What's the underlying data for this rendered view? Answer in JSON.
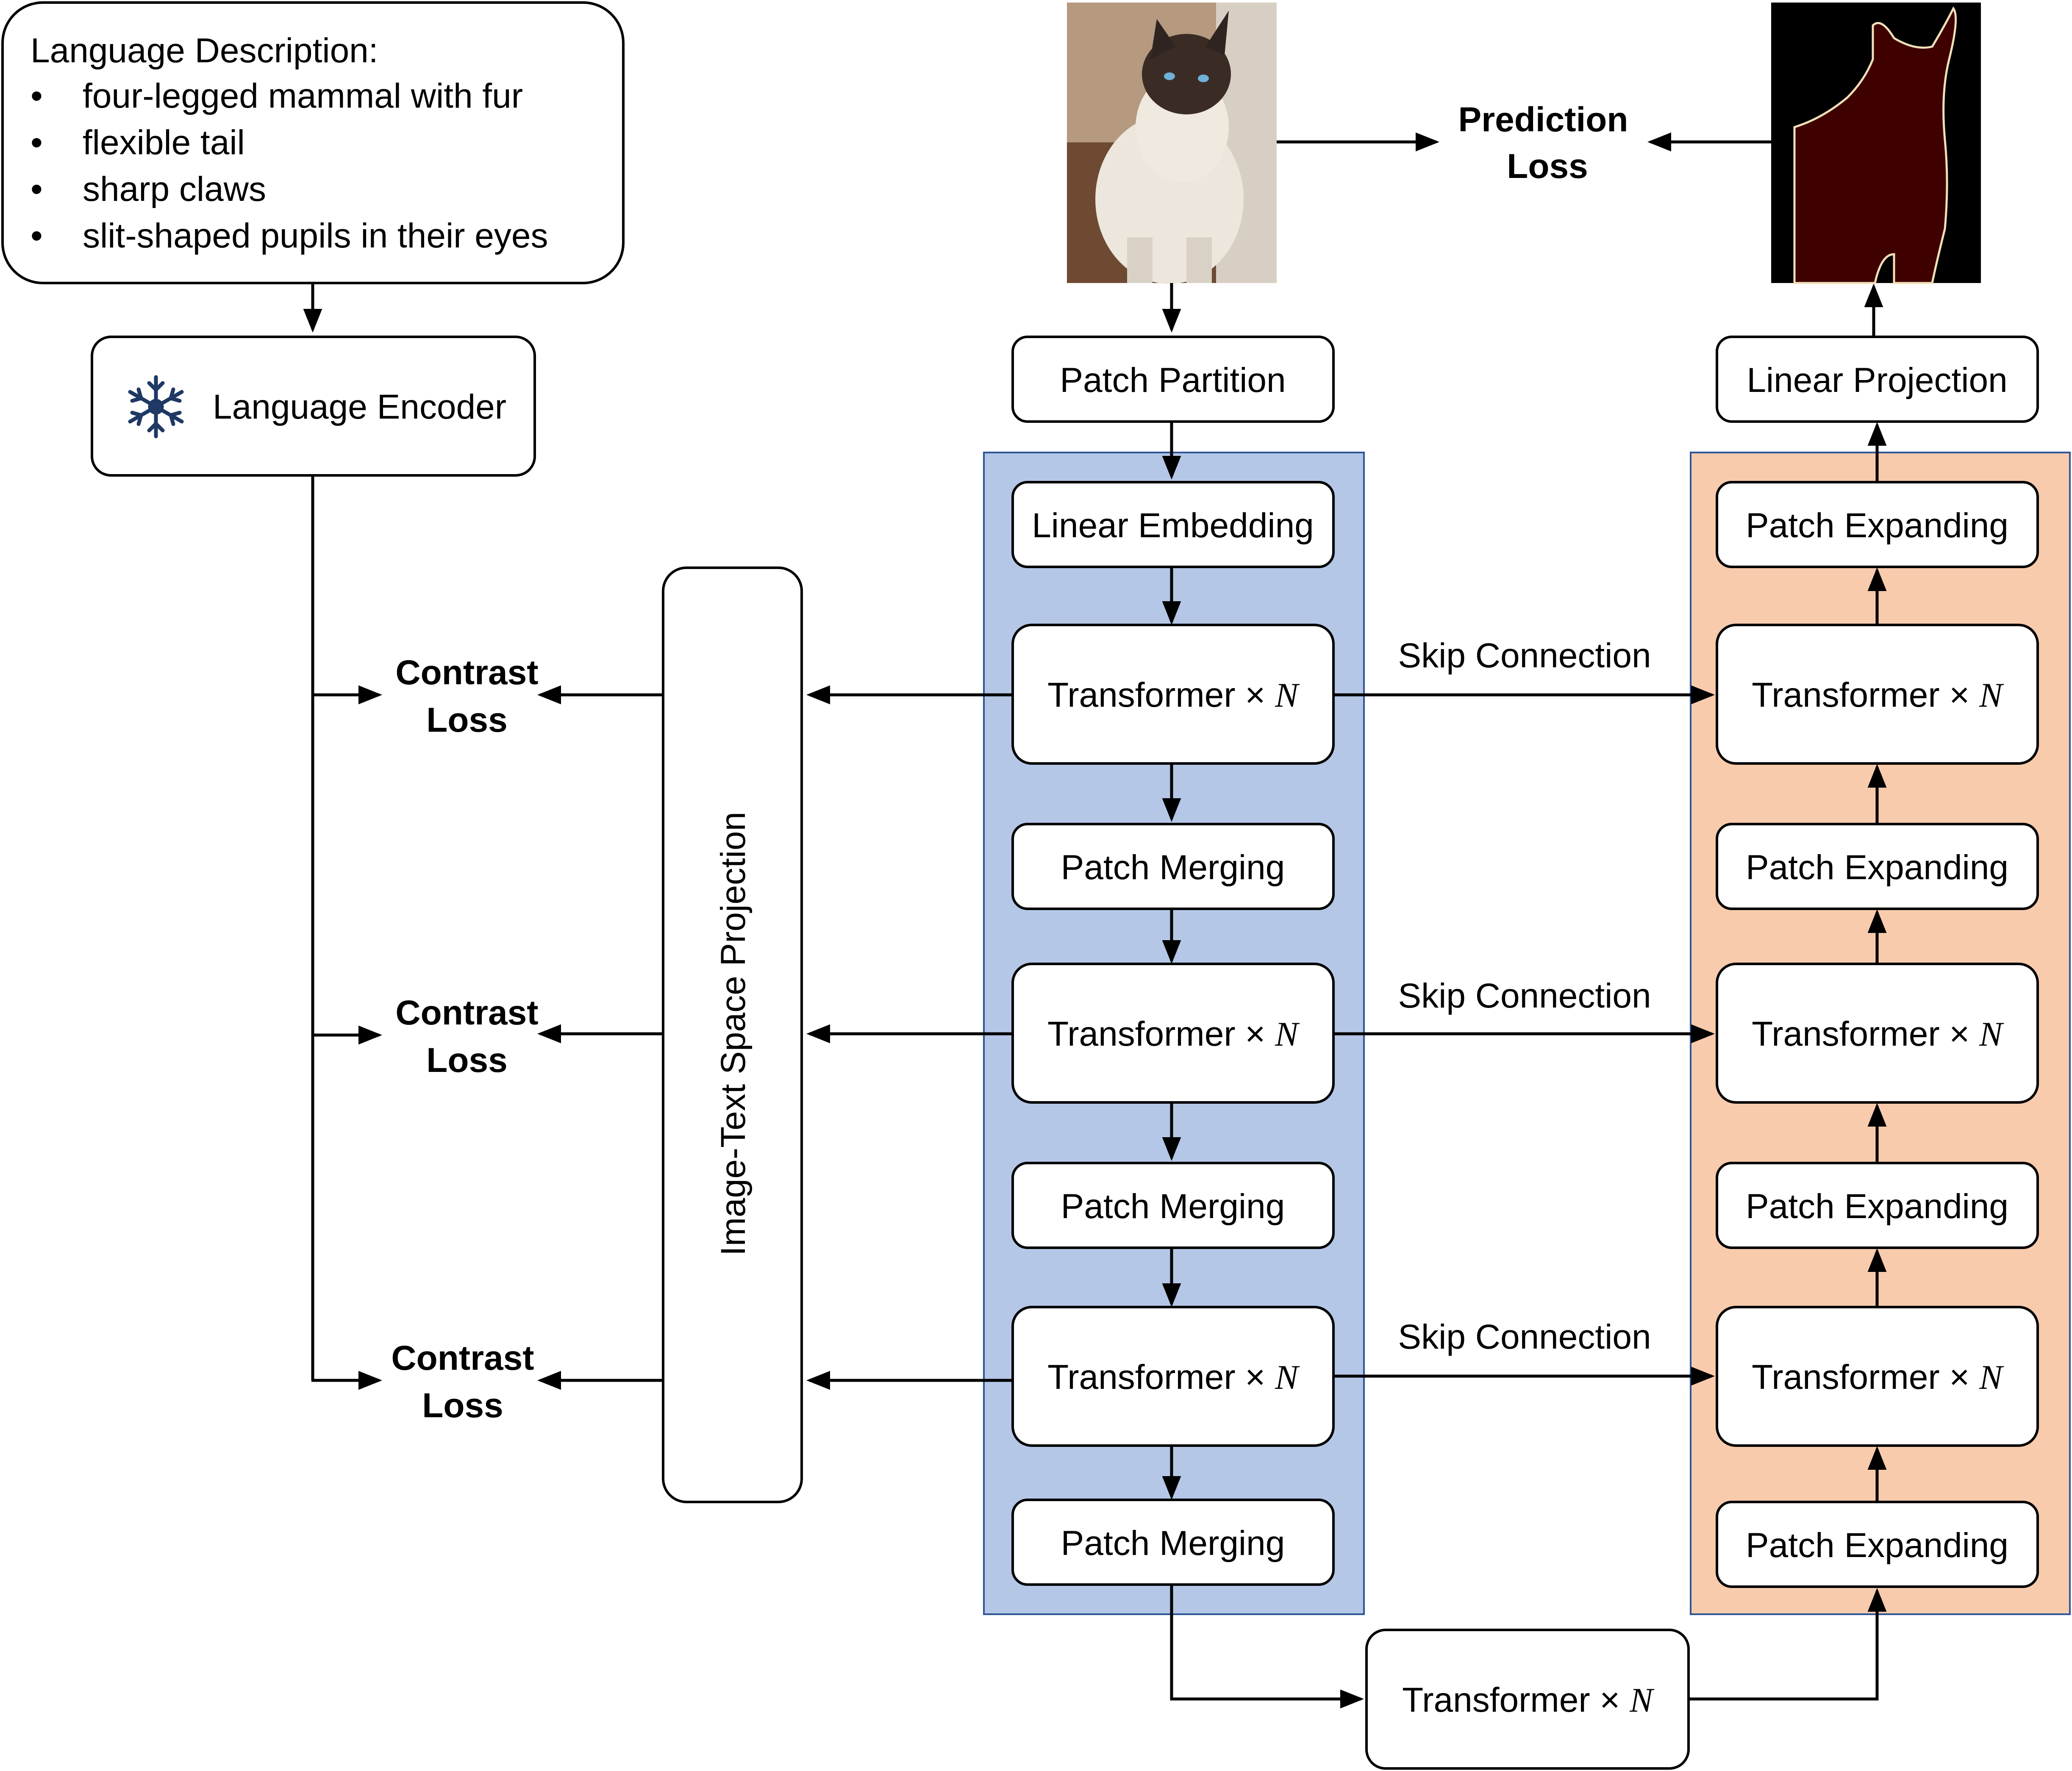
{
  "colors": {
    "encoder_panel": "#b4c7e7",
    "encoder_panel_border": "#2f5597",
    "decoder_panel": "#f8cbad",
    "decoder_panel_border": "#2f5597",
    "mask_background": "#000000",
    "mask_fill": "#3f0000",
    "mask_outline": "#f2e0b8"
  },
  "description": {
    "heading": "Language Description:",
    "bullets": [
      "four-legged mammal with fur",
      "flexible tail",
      "sharp claws",
      "slit-shaped pupils in their eyes"
    ]
  },
  "language_encoder": {
    "label": "Language Encoder",
    "icon": "snowflake-icon"
  },
  "projection": {
    "label": "Image-Text Space Projection"
  },
  "contrast_losses": [
    {
      "line1": "Contrast",
      "line2": "Loss"
    },
    {
      "line1": "Contrast",
      "line2": "Loss"
    },
    {
      "line1": "Contrast",
      "line2": "Loss"
    }
  ],
  "prediction_loss": {
    "line1": "Prediction",
    "line2": "Loss"
  },
  "encoder": {
    "patch_partition": "Patch Partition",
    "linear_embedding": "Linear Embedding",
    "transformer_text": "Transformer × ",
    "transformer_var": "N",
    "patch_merging": "Patch Merging"
  },
  "bottleneck": {
    "transformer_text": "Transformer × ",
    "transformer_var": "N"
  },
  "decoder": {
    "linear_projection": "Linear Projection",
    "patch_expanding": "Patch Expanding",
    "transformer_text": "Transformer × ",
    "transformer_var": "N"
  },
  "skip_connection": "Skip Connection"
}
